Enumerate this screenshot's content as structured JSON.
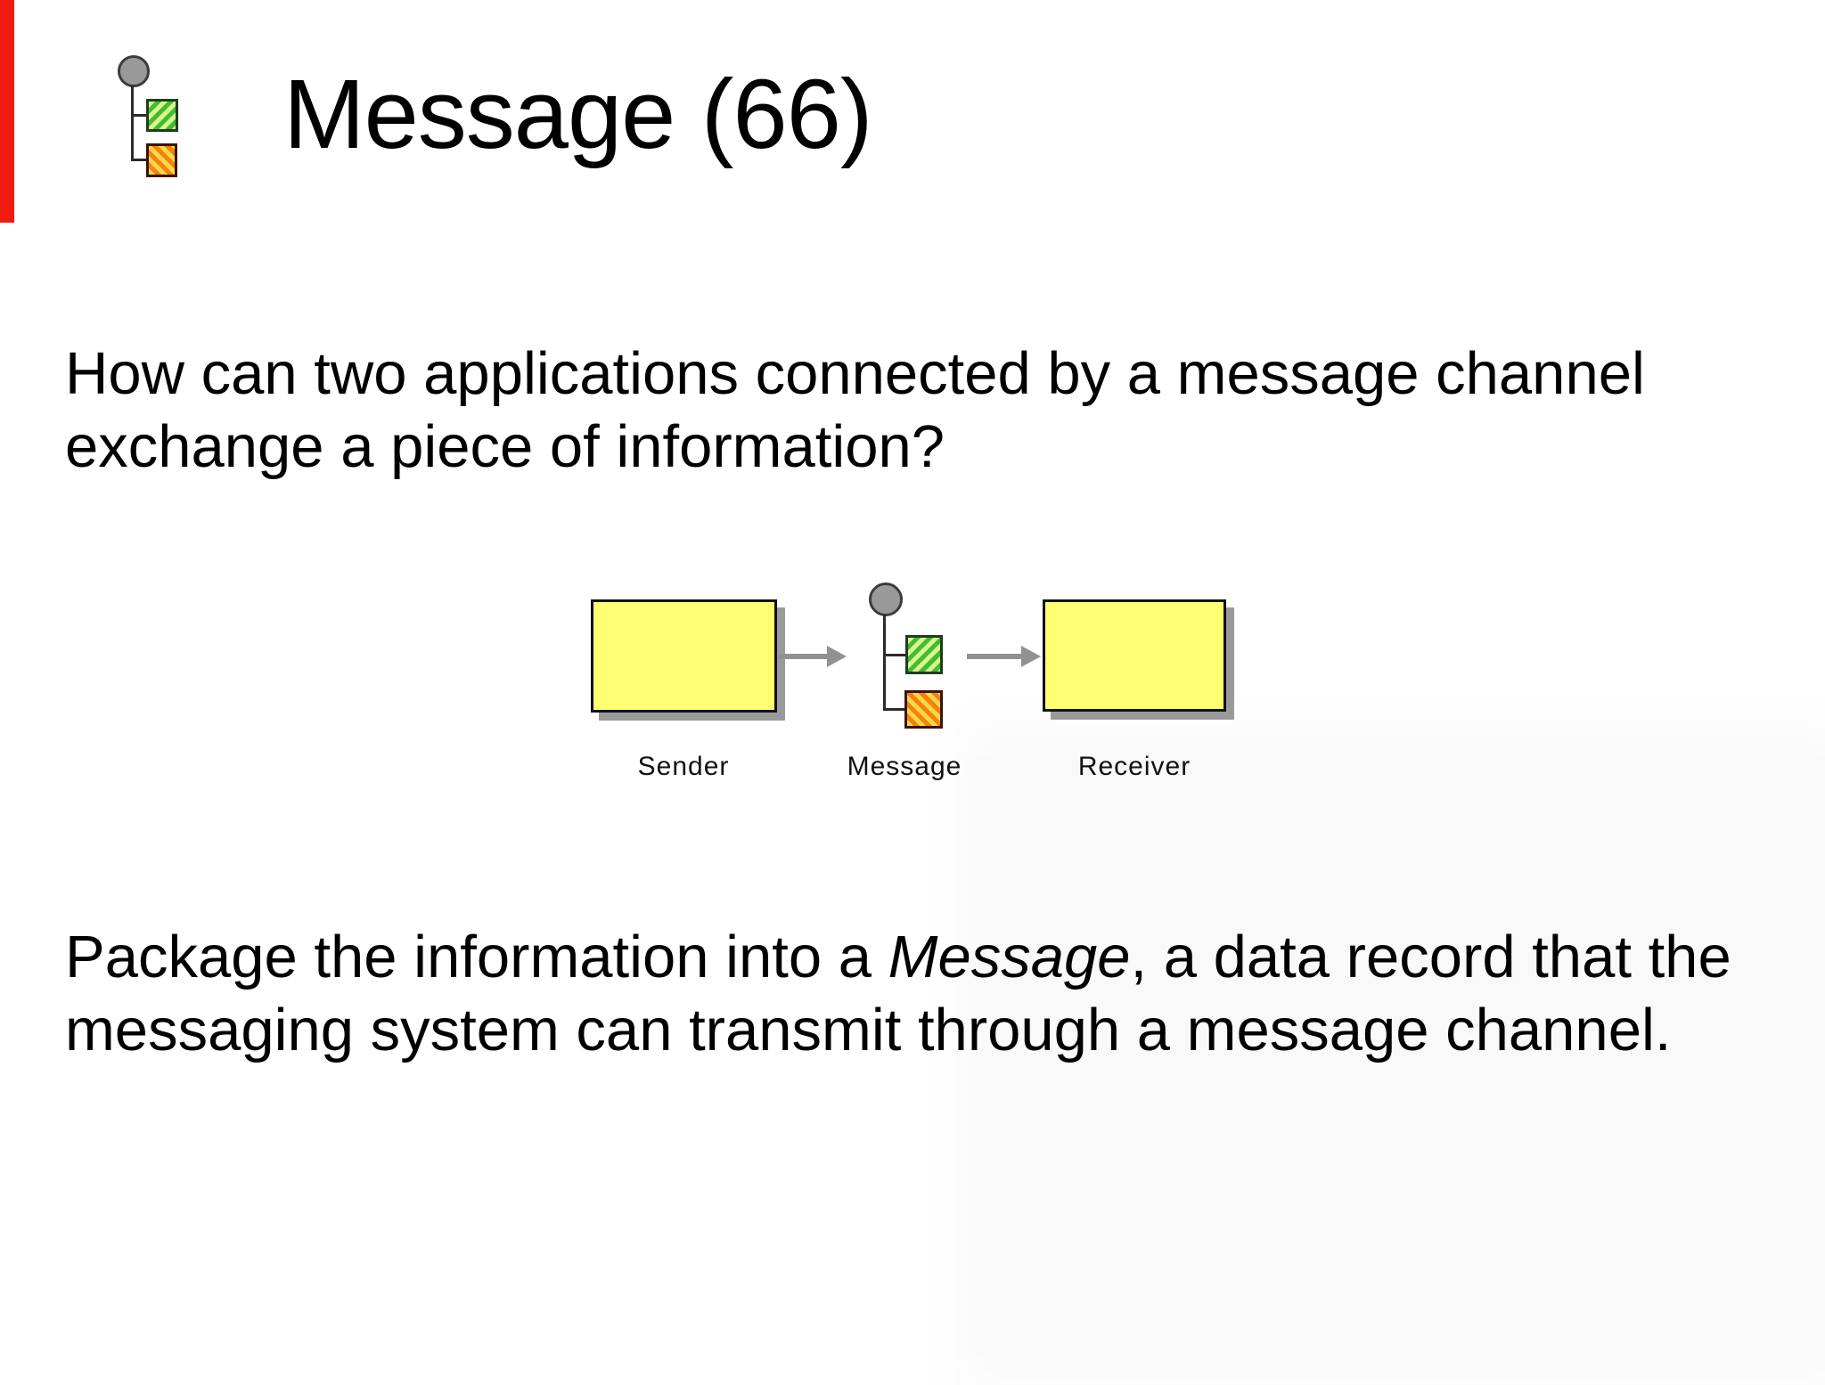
{
  "slide": {
    "title": "Message (66)",
    "question": {
      "line1": "How can two applications connected by a message channel",
      "line2": "exchange a piece of information?"
    },
    "answer": {
      "line1_pre": "Package the information into a ",
      "line1_italic": "Message",
      "line1_post": ", a data record that the",
      "line2": "messaging system can transmit through a message channel."
    },
    "diagram": {
      "sender_label": "Sender",
      "message_label": "Message",
      "receiver_label": "Receiver"
    },
    "icons": {
      "header_icon": "message-pattern-icon",
      "diagram_icon": "message-pattern-icon"
    },
    "colors": {
      "red_bar": "#ee1b0e",
      "box_fill": "#ffff73",
      "box_border": "#111111",
      "box_shadow": "#9a9a9a",
      "arrow": "#919191",
      "circle_fill": "#999999",
      "green_hatch_light": "#d8f88e",
      "green_hatch_dark": "#44bb33",
      "orange_hatch_light": "#ffd54f",
      "orange_hatch_dark": "#f08507",
      "text": "#000000"
    }
  }
}
